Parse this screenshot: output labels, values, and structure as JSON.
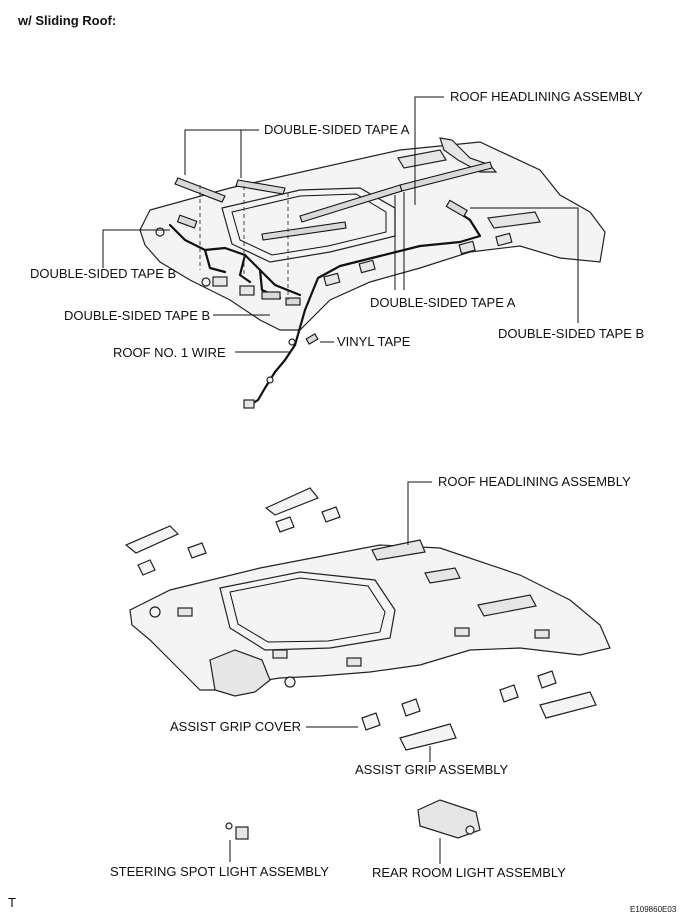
{
  "header": {
    "title": "w/ Sliding Roof:"
  },
  "top_diagram": {
    "labels": {
      "roof_headlining": "ROOF HEADLINING ASSEMBLY",
      "tape_a_top": "DOUBLE-SIDED TAPE A",
      "tape_b_left": "DOUBLE-SIDED TAPE B",
      "tape_b_left2": "DOUBLE-SIDED TAPE B",
      "roof_wire": "ROOF NO. 1 WIRE",
      "vinyl_tape": "VINYL TAPE",
      "tape_a_mid": "DOUBLE-SIDED TAPE A",
      "tape_b_right": "DOUBLE-SIDED TAPE B"
    }
  },
  "bottom_diagram": {
    "labels": {
      "roof_headlining": "ROOF HEADLINING ASSEMBLY",
      "assist_grip_cover": "ASSIST GRIP COVER",
      "assist_grip_assembly": "ASSIST GRIP ASSEMBLY",
      "steering_spot_light": "STEERING SPOT LIGHT ASSEMBLY",
      "rear_room_light": "REAR ROOM LIGHT ASSEMBLY"
    }
  },
  "footer": {
    "corner_mark": "T",
    "figure_code": "E109860E03"
  }
}
